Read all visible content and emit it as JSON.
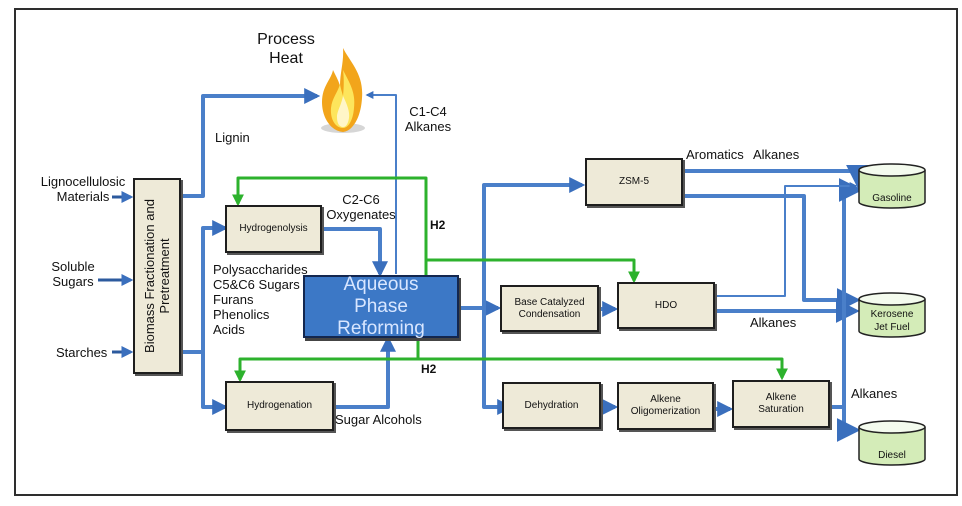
{
  "nodes": {
    "bft": "Biomass Fractionation and Pretreatment",
    "hydrogenolysis": "Hydrogenolysis",
    "hydrogenation": "Hydrogenation",
    "apr": "Aqueous Phase Reforming",
    "zsm5": "ZSM-5",
    "base_cond": "Base Catalyzed Condensation",
    "hdo": "HDO",
    "dehydration": "Dehydration",
    "alkene_olig": "Alkene Oligomerization",
    "alkene_sat": "Alkene Saturation"
  },
  "products": {
    "gasoline": "Gasoline",
    "kerosene_line1": "Kerosene",
    "kerosene_line2": "Jet Fuel",
    "diesel": "Diesel"
  },
  "inputs": {
    "ligno_line1": "Lignocellulosic",
    "ligno_line2": "Materials",
    "soluble_line1": "Soluble",
    "soluble_line2": "Sugars",
    "starches": "Starches"
  },
  "labels": {
    "process_heat_line1": "Process",
    "process_heat_line2": "Heat",
    "lignin": "Lignin",
    "c1c4_line1": "C1-C4",
    "c1c4_line2": "Alkanes",
    "c2c6_line1": "C2-C6",
    "c2c6_line2": "Oxygenates",
    "h2_top": "H2",
    "h2_bottom": "H2",
    "intermediates": [
      "Polysaccharides",
      "C5&C6 Sugars",
      "Furans",
      "Phenolics",
      "Acids"
    ],
    "sugar_alcohols": "Sugar Alcohols",
    "aromatics": "Aromatics",
    "alkanes_top": "Alkanes",
    "alkanes_mid": "Alkanes",
    "alkanes_bottom": "Alkanes"
  },
  "colors": {
    "flow_blue": "#4a7fc9",
    "hydrogen_green": "#2db22d",
    "apr_fill": "#3c78c6",
    "box_fill": "#eeead8",
    "tank_fill": "#d4ecb8"
  }
}
